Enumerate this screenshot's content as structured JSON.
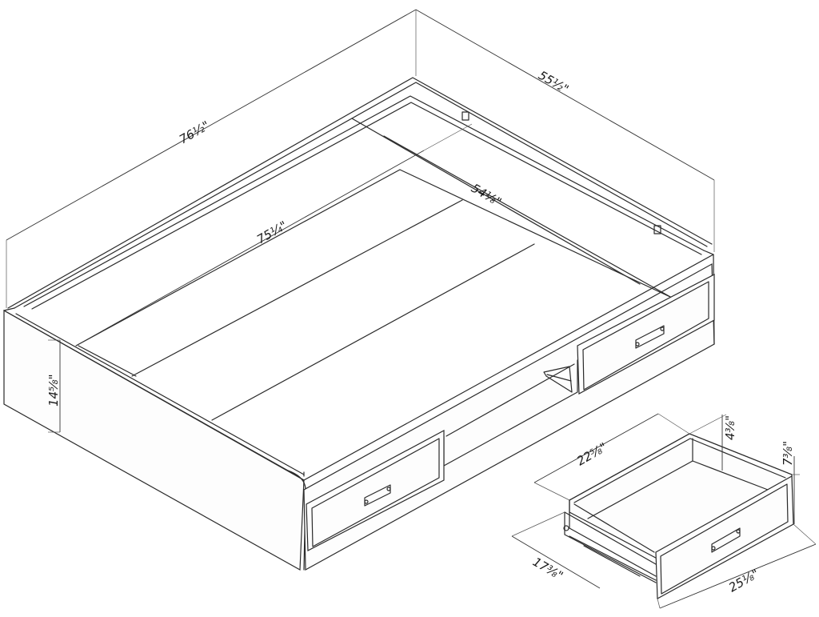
{
  "dimensions": {
    "bed_length": "76½\"",
    "bed_width": "55½\"",
    "bed_height": "14⅝\"",
    "mattress_length": "75¼\"",
    "mattress_width": "54⅛\"",
    "drawer_width": "22⅝\"",
    "drawer_inner_height": "4⅜\"",
    "drawer_outer_height": "7⅜\"",
    "drawer_depth": "17⅜\"",
    "drawer_front_width": "25⅛\""
  }
}
